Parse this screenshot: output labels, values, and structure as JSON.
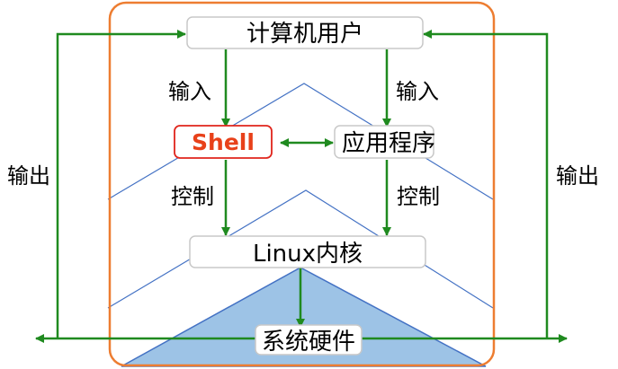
{
  "nodes": {
    "user": "计算机用户",
    "shell": "Shell",
    "app": "应用程序",
    "kernel": "Linux内核",
    "hardware": "系统硬件"
  },
  "labels": {
    "input_left": "输入",
    "input_right": "输入",
    "control_left": "控制",
    "control_right": "控制",
    "output_left": "输出",
    "output_right": "输出"
  },
  "colors": {
    "frame": "#ed7d31",
    "arrow": "#1f8a1f",
    "layer_line": "#4472c4",
    "hardware_fill": "#9dc3e6",
    "node_border": "#c8c8c8",
    "shell_border": "#e0241b",
    "shell_text": "#e8411a"
  }
}
